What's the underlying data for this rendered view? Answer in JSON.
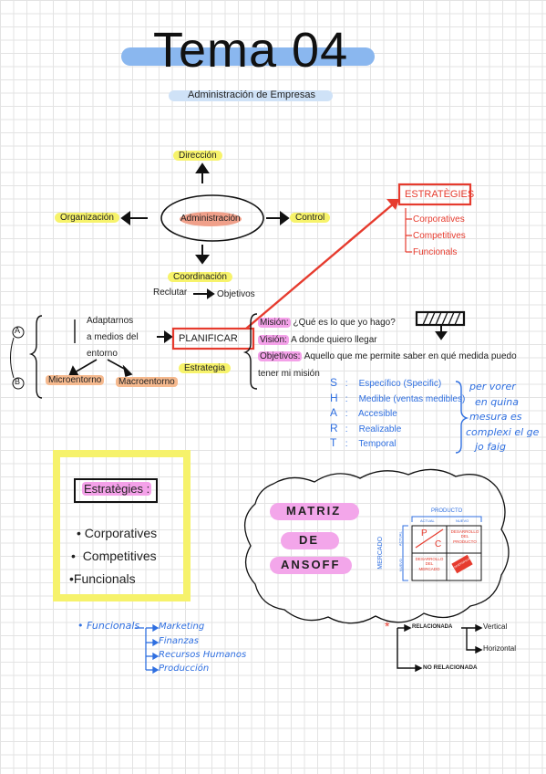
{
  "header": {
    "title": "Tema 04",
    "subtitle": "Administración de Empresas"
  },
  "mindmap": {
    "center": "Administración",
    "top": "Dirección",
    "left": "Organización",
    "right": "Control",
    "bottom": "Coordinación",
    "reclutar": "Reclutar",
    "objetivos": "Objetivos"
  },
  "estrategies_box": {
    "title": "ESTRATÈGIES",
    "items": [
      "Corporatives",
      "Competitives",
      "Funcionals"
    ]
  },
  "planificar": {
    "label": "PLANIFICAR",
    "sublabel": "Estrategia",
    "adapt_lines": [
      "Adaptarnos",
      "a medios del",
      "entorno"
    ],
    "micro": "Microentorno",
    "macro": "Macroentorno",
    "letter_a": "A",
    "letter_b": "B"
  },
  "definitions": [
    {
      "term": "Misión:",
      "text": "¿Qué es lo que yo hago?"
    },
    {
      "term": "Visión:",
      "text": "A donde quiero llegar"
    },
    {
      "term": "Objetivos:",
      "text": "Aquello que me permite saber en qué medida puedo",
      "text2": "tener mi misión"
    }
  ],
  "smart": [
    {
      "letter": "S",
      "sep": ":",
      "text": "Específico (Specific)"
    },
    {
      "letter": "H",
      "sep": ":",
      "text": "Medible (ventas medibles)"
    },
    {
      "letter": "A",
      "sep": ":",
      "text": "Accesible"
    },
    {
      "letter": "R",
      "sep": ":",
      "text": "Realizable"
    },
    {
      "letter": "T",
      "sep": ":",
      "text": "Temporal"
    }
  ],
  "smart_note": [
    "per vorer",
    "en quina",
    "mesura es",
    "complexi el ge",
    "jo faig"
  ],
  "yellow_box": {
    "title": "Estratègies :",
    "items": [
      "Corporatives",
      "Competitives",
      "Funcionals"
    ]
  },
  "funcionals": {
    "label": "Funcionals",
    "items": [
      "Marketing",
      "Finanzas",
      "Recursos Humanos",
      "Producción"
    ]
  },
  "ansoff": {
    "title_lines": [
      "MATRIZ",
      "DE",
      "ANSOFF"
    ],
    "producto": "PRODUCTO",
    "mercado": "MERCADO",
    "col_a": "ACTUAL",
    "col_b": "NUEVO",
    "row_a": "ACTUAL",
    "row_b": "NUEVO",
    "cell_p": "P",
    "cell_c": "C",
    "cell_dp": "DESARROLLO DEL PRODUCTO",
    "cell_dm": "DESARROLLO DEL MERCADO",
    "cell_div": "DIVERSIFICACIÓN"
  },
  "relacion": {
    "star": "*",
    "rel": "RELACIONADA",
    "vertical": "Vertical",
    "horizontal": "Horizontal",
    "norel": "NO RELACIONADA"
  }
}
